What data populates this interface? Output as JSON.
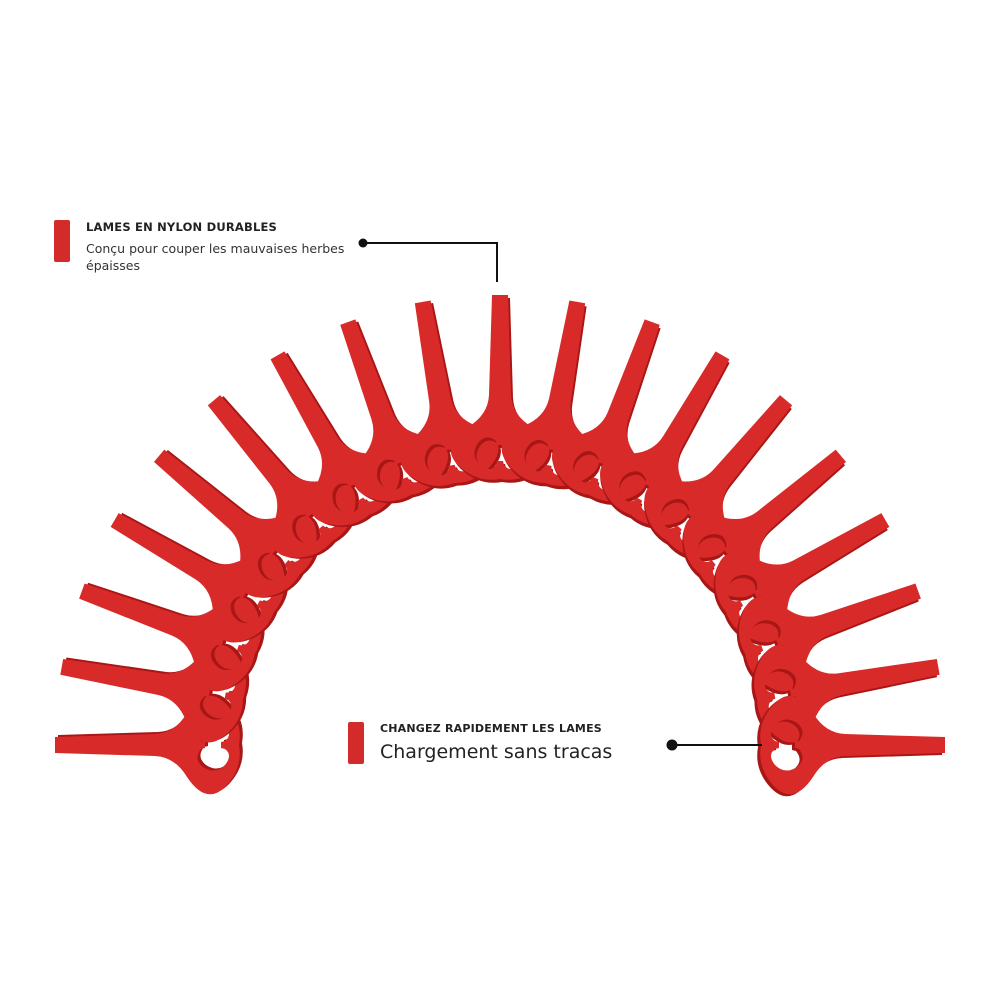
{
  "colors": {
    "blade": "#d92a2a",
    "blade_shadow": "#a81616",
    "accent": "#d32a2a",
    "leader": "#111111",
    "text": "#222222"
  },
  "product": {
    "item": "trimmer-blade",
    "count": 19
  },
  "callouts": [
    {
      "title": "LAMES EN NYLON DURABLES",
      "description": "Conçu pour couper les mauvaises herbes épaisses",
      "icon": "red-marker-bar"
    },
    {
      "title": "CHANGEZ RAPIDEMENT LES LAMES",
      "description": "Chargement sans tracas",
      "icon": "red-marker-bar"
    }
  ]
}
